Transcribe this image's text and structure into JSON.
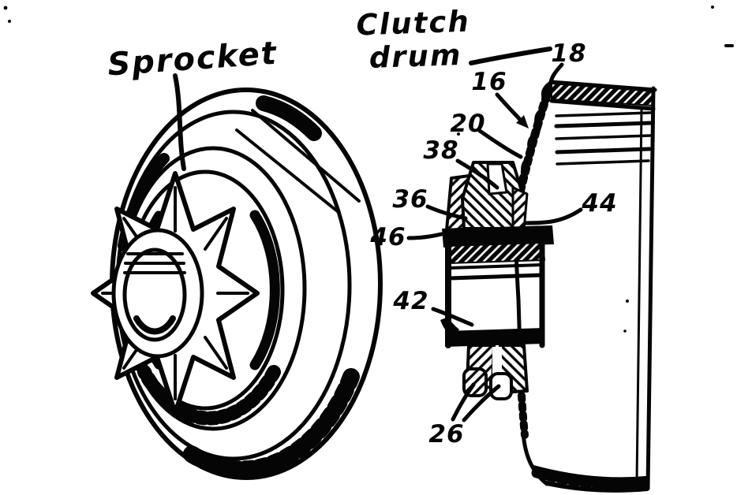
{
  "figure": {
    "background": "#ffffff",
    "ink": "#050505",
    "labels": {
      "sprocket": "Sprocket",
      "clutch_line1": "Clutch",
      "clutch_line2": "drum",
      "n18": "18",
      "n16": "16",
      "n20": "20",
      "n38": "38",
      "n36": "36",
      "n46": "46",
      "n44": "44",
      "n42": "42",
      "n26": "26"
    }
  }
}
